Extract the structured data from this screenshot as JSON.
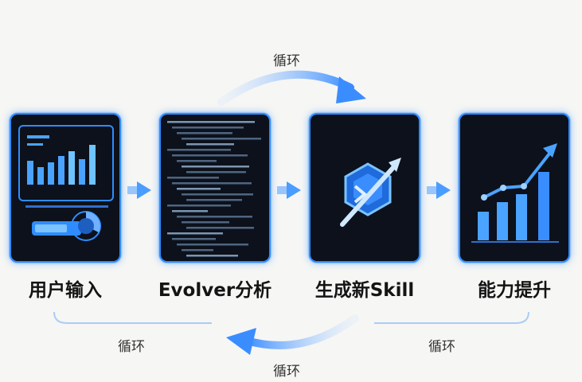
{
  "steps": [
    {
      "label": "用户输入",
      "icon": "dashboard-icon"
    },
    {
      "label": "Evolver分析",
      "icon": "code-icon"
    },
    {
      "label": "生成新Skill",
      "icon": "skill-hexagon-icon"
    },
    {
      "label": "能力提升",
      "icon": "growth-chart-icon"
    }
  ],
  "cycle": {
    "top": "循环",
    "bottom_left": "循环",
    "bottom_center": "循环",
    "bottom_right": "循环"
  },
  "colors": {
    "accent": "#2f8cff",
    "arrow": "#6fb0ff",
    "card_bg": "#0c111b"
  }
}
